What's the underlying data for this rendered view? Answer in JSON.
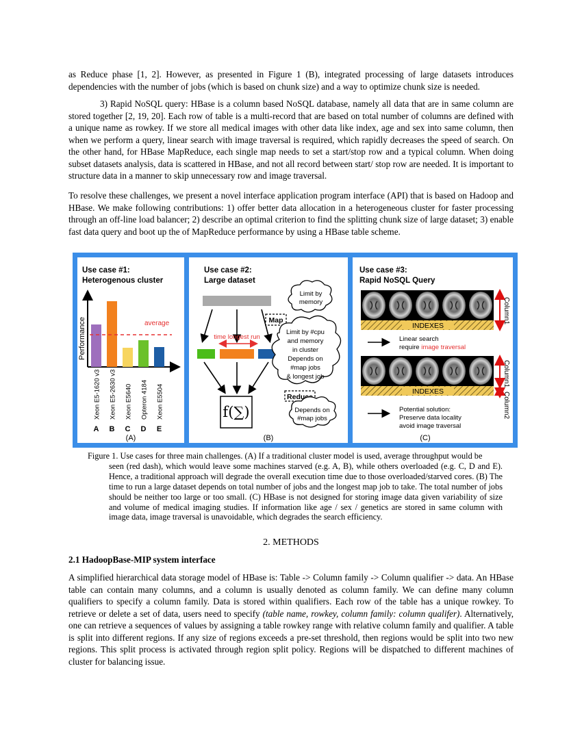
{
  "intro": {
    "p1": "as Reduce phase [1, 2]. However, as presented in Figure 1 (B), integrated processing of large datasets introduces dependencies with the number of jobs (which is based on chunk size) and a way to optimize chunk size is needed.",
    "p2": "3) Rapid NoSQL query: HBase is a column based NoSQL database, namely all data that are in same column are stored together [2, 19, 20]. Each row of table is a multi-record that are based on total number of columns are defined with a unique name as rowkey. If we store all medical images with other data like index, age and sex into same column, then when we perform a query, linear search with image traversal is required, which rapidly decreases the speed of search. On the other hand, for HBase MapReduce, each single map needs to set a start/stop row and a typical column. When doing subset datasets analysis, data is scattered in HBase, and not all record between start/ stop row are needed. It is important to structure data in a manner to skip unnecessary row and image traversal.",
    "p3": "To resolve these challenges, we present a novel interface application program interface (API) that is based on Hadoop and HBase. We make following contributions: 1) offer better data allocation in a heterogeneous cluster for faster processing through an off-line load balancer; 2) describe an optimal criterion to find the splitting chunk size of large dataset; 3) enable fast data query and boot up the of MapReduce performance by using a HBase table scheme."
  },
  "figure": {
    "panel_a": {
      "title_line1": "Use case #1:",
      "title_line2": "Heterogenous cluster",
      "ylabel": "Performance",
      "average_label": "average",
      "label": "(A)",
      "bars": [
        {
          "name": "Xeon E5-1620 v3",
          "letter": "A",
          "value": 0.62,
          "color": "#9e6fbd"
        },
        {
          "name": "Xeon E5-2630 v3",
          "letter": "B",
          "value": 0.96,
          "color": "#f2811e"
        },
        {
          "name": "Xeon E5640",
          "letter": "C",
          "value": 0.28,
          "color": "#f7d55f"
        },
        {
          "name": "Opteron 4184",
          "letter": "D",
          "value": 0.39,
          "color": "#6bc12a"
        },
        {
          "name": "Xeon E5504",
          "letter": "E",
          "value": 0.29,
          "color": "#1e5ea5"
        }
      ],
      "average_value": 0.47
    },
    "panel_b": {
      "title_line1": "Use case #2:",
      "title_line2": "Large dataset",
      "cloud1": [
        "Limit by",
        "memory"
      ],
      "map_label": "Map",
      "time_label": "time longest run",
      "cloud2": [
        "Limit by #cpu",
        "and memory",
        "in cluster",
        "Depends on",
        "#map jobs",
        "& longest job"
      ],
      "reduce_label": "Reduce",
      "func_label": "f(∑)",
      "cloud3": [
        "Depends on",
        "#map jobs"
      ],
      "label": "(B)"
    },
    "panel_c": {
      "title_line1": "Use case #3:",
      "title_line2": "Rapid NoSQL Query",
      "column1": "Column1",
      "indexes": "INDEXES",
      "linear_line1": "Linear search",
      "linear_line2a": "require ",
      "linear_line2b": "image traversal",
      "column1b": "Column1",
      "column2": "Column2",
      "indexes2": "INDEXES",
      "sol_line1": "Potential solution:",
      "sol_line2": "Preserve data locality",
      "sol_line3": "avoid image traversal",
      "label": "(C)"
    }
  },
  "caption": {
    "first": "Figure 1. Use cases for three main challenges. (A) If a traditional cluster model is used, average throughput would be",
    "rest": "seen (red dash), which would leave some machines starved (e.g. A, B), while others overloaded (e.g. C, D and E). Hence, a traditional approach will degrade the overall execution time due to those overloaded/starved cores. (B) The time to run a large dataset depends on total number of jobs and the longest map job to take. The total number of jobs should be neither too large or too small. (C) HBase is not designed for storing image data given variability of size and volume of medical imaging studies. If information like age / sex / genetics are stored in same column with image data, image traversal is unavoidable, which degrades the search efficiency."
  },
  "section_title": "2.   METHODS",
  "subsection_title": "2.1 HadoopBase-MIP system interface",
  "methods": {
    "part1": "A simplified hierarchical data storage model of HBase is: Table -> Column family -> Column qualifier -> data. An HBase table can contain many columns, and a column is usually denoted as column family. We can define many column qualifiers to specify a column family. Data is stored within qualifiers. Each row of the table has a unique rowkey. To retrieve or delete a set of data, users need to specify ",
    "italic": "(table name, rowkey, column family: column qualifer)",
    "part2": ". Alternatively, one can retrieve a sequences of values by assigning a table rowkey range with relative column family and qualifier. A table is split into different regions. If any size of regions exceeds a pre-set threshold, then regions would be split into two new regions. This split process is activated through region split policy. Regions will be dispatched to different machines of cluster for balancing issue."
  }
}
